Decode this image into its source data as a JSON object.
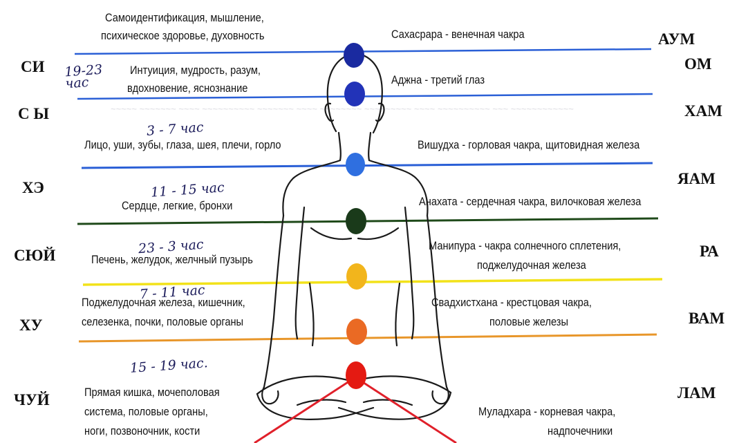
{
  "colors": {
    "line_blue": "#2a5fd6",
    "line_dark_green": "#1f4a1a",
    "line_yellow": "#f2e21a",
    "line_orange": "#e8962a",
    "crown": "#1a2aa0",
    "third_eye": "#2233b8",
    "throat": "#2f6fe0",
    "heart": "#1a3a1a",
    "solar": "#f2b51c",
    "sacral": "#ea6a24",
    "root": "#e41a12",
    "red_lines": "#e0202a"
  },
  "left_labels": [
    "СИ",
    "С Ы",
    "ХЭ",
    "СЮЙ",
    "ХУ",
    "ЧУЙ"
  ],
  "right_labels": [
    "АУМ",
    "ОМ",
    "ХАМ",
    "ЯАМ",
    "РА",
    "ВАМ",
    "ЛАМ"
  ],
  "hand_notes": [
    "19-23 час",
    "3 - 7 час",
    "11 - 15 час",
    "23 - 3 час",
    "7 - 11 час",
    "15 - 19 час."
  ],
  "organs": {
    "crown_line1": "Самоидентификация, мышление,",
    "crown_line2": "психическое здоровье, духовность",
    "third_eye_line1": "Интуиция, мудрость, разум,",
    "third_eye_line2": "вдохновение, яснознание",
    "throat": "Лицо, уши, зубы, глаза, шея, плечи, горло",
    "heart": "Сердце, легкие, бронхи",
    "solar": "Печень, желудок, желчный пузырь",
    "sacral_line1": "Поджелудочная железа, кишечник,",
    "sacral_line2": "селезенка, почки, половые органы",
    "root_line1": "Прямая кишка, мочеполовая",
    "root_line2": "система, половые органы,",
    "root_line3": "ноги, позвоночник, кости"
  },
  "chakras": {
    "crown": "Сахасрара -  венечная чакра",
    "third_eye": "Аджна - третий глаз",
    "throat": "Вишудха - горловая чакра, щитовидная железа",
    "heart": "Анахата - сердечная чакра, вилочковая железа",
    "solar_line1": "Манипура - чакра солнечного сплетения,",
    "solar_line2": "поджелудочная железа",
    "sacral_line1": "Свадхистхана - крестцовая чакра,",
    "sacral_line2": "половые железы",
    "root_line1": "Муладхара - корневая чакра,",
    "root_line2": "надпочечники"
  }
}
